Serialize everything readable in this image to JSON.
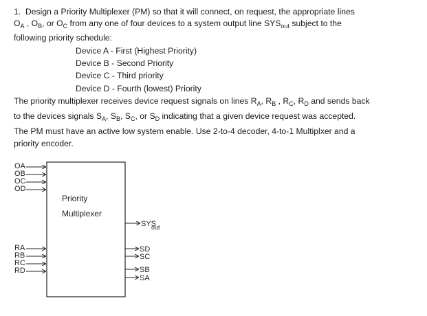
{
  "problem": {
    "number": "1.",
    "line1": {
      "pre": "Design a Priority Multiplexer (PM) so that it will connect, on request, the appropriate lines"
    },
    "line2": {
      "o": "O",
      "a": "A",
      "sep1": " , ",
      "b": "B",
      "sep2": ", or ",
      "c": "C",
      "mid": " from any one of four devices to a system output line ",
      "sys": "SYS",
      "out": "out",
      "post": " subject to the"
    },
    "line3": "following priority schedule:",
    "schedule": [
      "Device A - First (Highest Priority)",
      "Device B - Second Priority",
      "Device C - Third priority",
      "Device D - Fourth  (lowest) Priority"
    ],
    "para2_line1": {
      "pre": "The priority multiplexer receives device request signals on lines ",
      "r": "R",
      "sub_a": "A",
      "sep1": ", ",
      "sub_b": "B",
      "sep2": " , ",
      "sub_c": "C",
      "sep3": ", ",
      "sub_d": "D",
      "post": " and sends back"
    },
    "para2_line2": {
      "pre": "to the devices signals ",
      "s": "S",
      "sub_a": "A",
      "sep1": ", ",
      "sub_b": "B",
      "sep2": ",  ",
      "sub_c": "C",
      "sep3": ", or ",
      "sub_d": "D",
      "post": "  indicating that a given device request was accepted."
    },
    "para3_line1": "The PM must have an active low system enable.  Use 2-to-4 decoder, 4-to-1 Multiplxer and a",
    "para3_line2": "priority encoder."
  },
  "diagram": {
    "block_label_1": "Priority",
    "block_label_2": "Multiplexer",
    "data_inputs": [
      "OA",
      "OB",
      "OC",
      "OD"
    ],
    "request_inputs": [
      "RA",
      "RB",
      "RC",
      "RD"
    ],
    "output": {
      "main": "SYS",
      "sub": "out"
    },
    "grant_outputs": [
      "SD",
      "SC",
      "SB",
      "SA"
    ]
  }
}
